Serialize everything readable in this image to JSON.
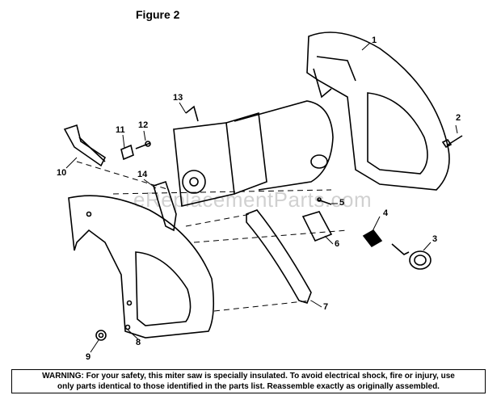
{
  "figure_title": "Figure 2",
  "watermark": "eReplacementParts.com",
  "callouts": [
    "1",
    "2",
    "3",
    "4",
    "5",
    "6",
    "7",
    "8",
    "9",
    "10",
    "11",
    "12",
    "13",
    "14"
  ],
  "warning_line1": "WARNING: For your safety, this miter saw is specially insulated. To avoid electrical shock, fire or injury, use",
  "warning_line2": "only parts identical to those identified in the parts list. Reassemble exactly as originally assembled."
}
